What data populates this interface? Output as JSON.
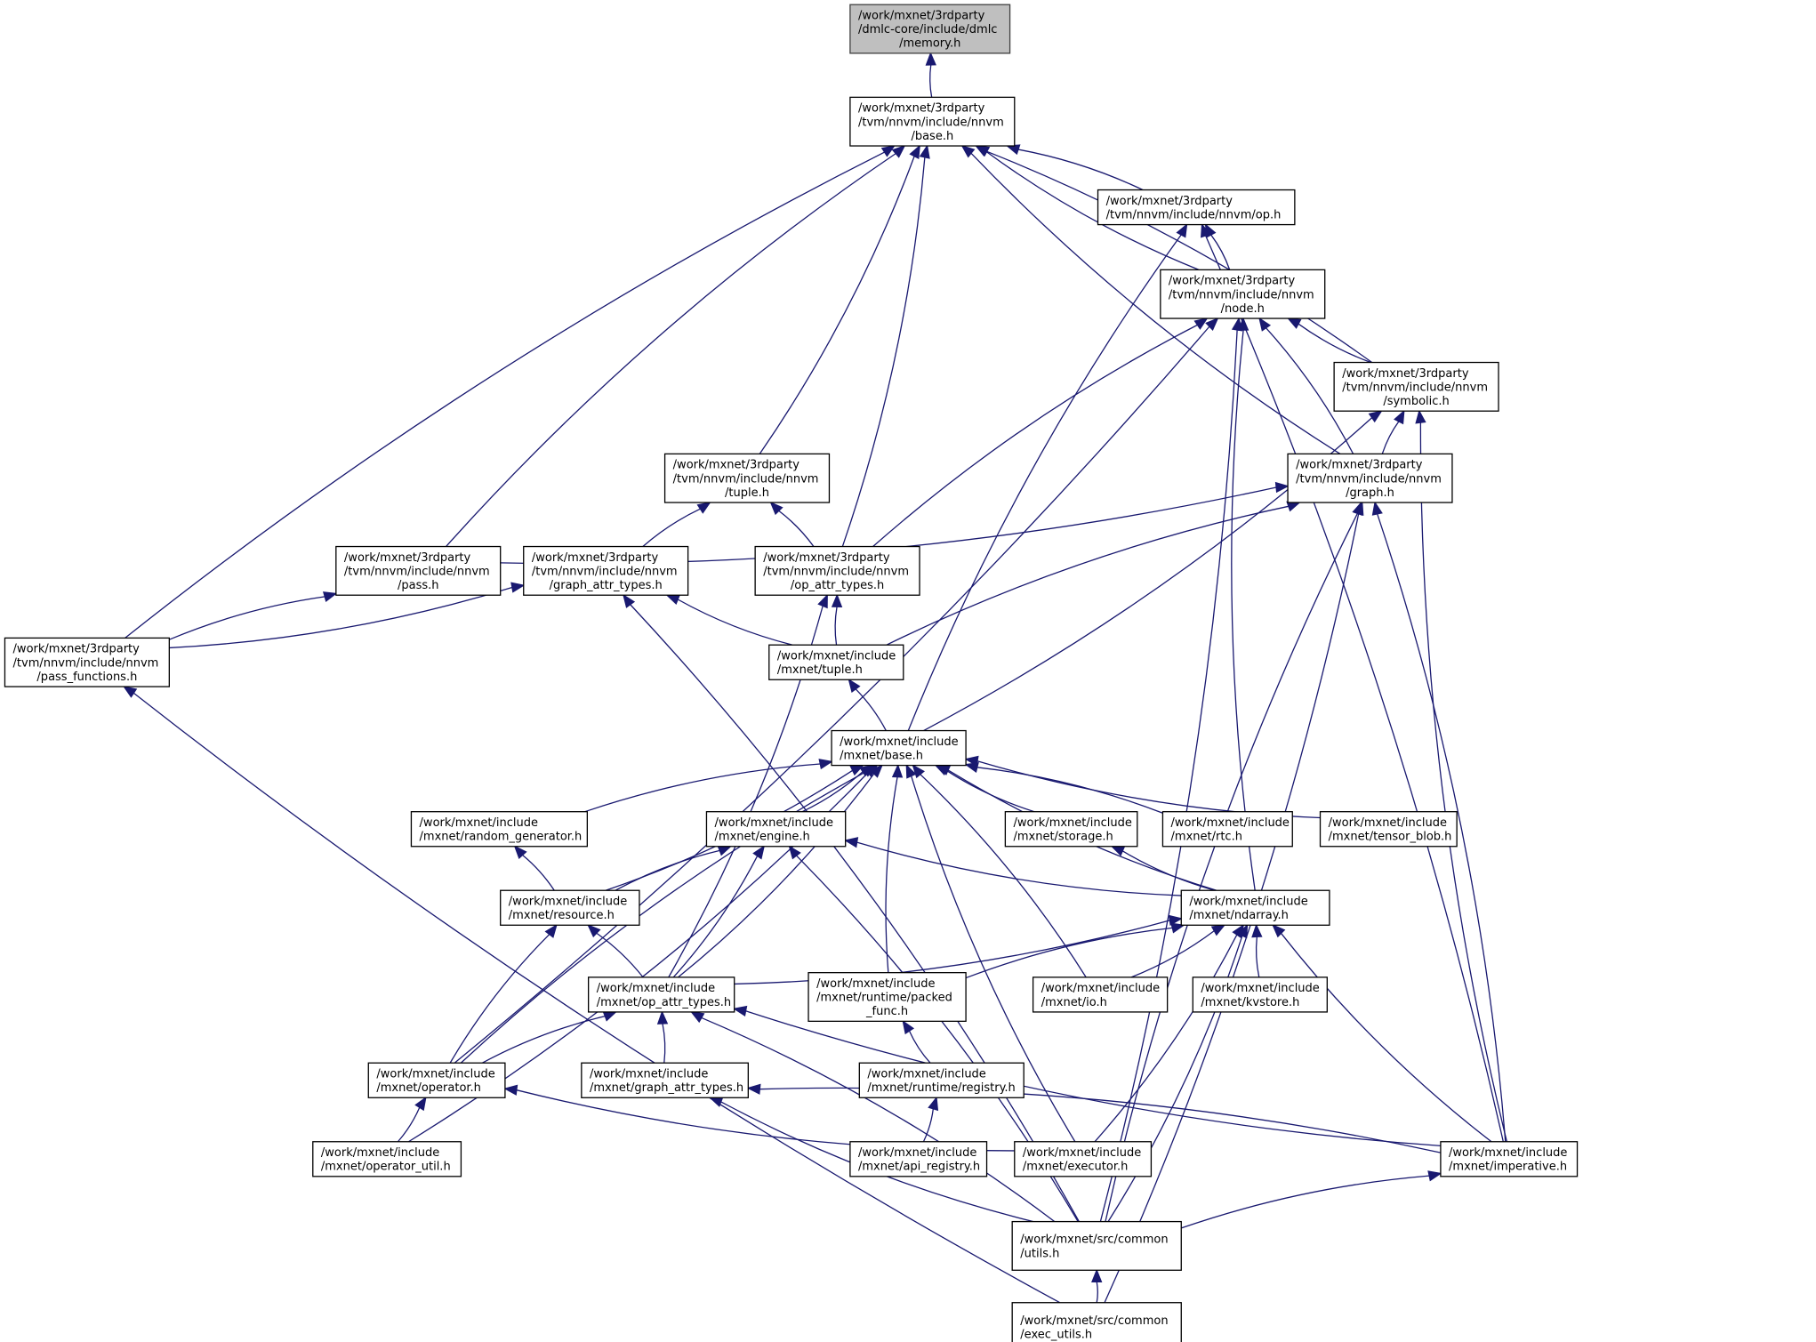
{
  "diagram": {
    "type": "include-dependency-graph",
    "colors": {
      "edge": "#191970",
      "root_fill": "#bfbfbf",
      "node_fill": "#ffffff",
      "node_border": "#000000"
    },
    "nodes": [
      {
        "id": "memory",
        "lines": [
          "/work/mxnet/3rdparty",
          "/dmlc-core/include/dmlc",
          "/memory.h"
        ],
        "root": true
      },
      {
        "id": "nnvm_base",
        "lines": [
          "/work/mxnet/3rdparty",
          "/tvm/nnvm/include/nnvm",
          "/base.h"
        ]
      },
      {
        "id": "nnvm_op",
        "lines": [
          "/work/mxnet/3rdparty",
          "/tvm/nnvm/include/nnvm/op.h"
        ]
      },
      {
        "id": "nnvm_node",
        "lines": [
          "/work/mxnet/3rdparty",
          "/tvm/nnvm/include/nnvm",
          "/node.h"
        ]
      },
      {
        "id": "nnvm_symbolic",
        "lines": [
          "/work/mxnet/3rdparty",
          "/tvm/nnvm/include/nnvm",
          "/symbolic.h"
        ]
      },
      {
        "id": "nnvm_graph",
        "lines": [
          "/work/mxnet/3rdparty",
          "/tvm/nnvm/include/nnvm",
          "/graph.h"
        ]
      },
      {
        "id": "nnvm_tuple",
        "lines": [
          "/work/mxnet/3rdparty",
          "/tvm/nnvm/include/nnvm",
          "/tuple.h"
        ]
      },
      {
        "id": "nnvm_pass",
        "lines": [
          "/work/mxnet/3rdparty",
          "/tvm/nnvm/include/nnvm",
          "/pass.h"
        ]
      },
      {
        "id": "nnvm_gat",
        "lines": [
          "/work/mxnet/3rdparty",
          "/tvm/nnvm/include/nnvm",
          "/graph_attr_types.h"
        ]
      },
      {
        "id": "nnvm_oat",
        "lines": [
          "/work/mxnet/3rdparty",
          "/tvm/nnvm/include/nnvm",
          "/op_attr_types.h"
        ]
      },
      {
        "id": "nnvm_passf",
        "lines": [
          "/work/mxnet/3rdparty",
          "/tvm/nnvm/include/nnvm",
          "/pass_functions.h"
        ]
      },
      {
        "id": "mx_tuple",
        "lines": [
          "/work/mxnet/include",
          "/mxnet/tuple.h"
        ]
      },
      {
        "id": "mx_base",
        "lines": [
          "/work/mxnet/include",
          "/mxnet/base.h"
        ]
      },
      {
        "id": "mx_random",
        "lines": [
          "/work/mxnet/include",
          "/mxnet/random_generator.h"
        ]
      },
      {
        "id": "mx_engine",
        "lines": [
          "/work/mxnet/include",
          "/mxnet/engine.h"
        ]
      },
      {
        "id": "mx_storage",
        "lines": [
          "/work/mxnet/include",
          "/mxnet/storage.h"
        ]
      },
      {
        "id": "mx_rtc",
        "lines": [
          "/work/mxnet/include",
          "/mxnet/rtc.h"
        ]
      },
      {
        "id": "mx_tensor",
        "lines": [
          "/work/mxnet/include",
          "/mxnet/tensor_blob.h"
        ]
      },
      {
        "id": "mx_resource",
        "lines": [
          "/work/mxnet/include",
          "/mxnet/resource.h"
        ]
      },
      {
        "id": "mx_ndarray",
        "lines": [
          "/work/mxnet/include",
          "/mxnet/ndarray.h"
        ]
      },
      {
        "id": "mx_oat",
        "lines": [
          "/work/mxnet/include",
          "/mxnet/op_attr_types.h"
        ]
      },
      {
        "id": "mx_packed",
        "lines": [
          "/work/mxnet/include",
          "/mxnet/runtime/packed",
          "_func.h"
        ]
      },
      {
        "id": "mx_io",
        "lines": [
          "/work/mxnet/include",
          "/mxnet/io.h"
        ]
      },
      {
        "id": "mx_kvstore",
        "lines": [
          "/work/mxnet/include",
          "/mxnet/kvstore.h"
        ]
      },
      {
        "id": "mx_operator",
        "lines": [
          "/work/mxnet/include",
          "/mxnet/operator.h"
        ]
      },
      {
        "id": "mx_gat",
        "lines": [
          "/work/mxnet/include",
          "/mxnet/graph_attr_types.h"
        ]
      },
      {
        "id": "mx_registry",
        "lines": [
          "/work/mxnet/include",
          "/mxnet/runtime/registry.h"
        ]
      },
      {
        "id": "mx_oputil",
        "lines": [
          "/work/mxnet/include",
          "/mxnet/operator_util.h"
        ]
      },
      {
        "id": "mx_apireg",
        "lines": [
          "/work/mxnet/include",
          "/mxnet/api_registry.h"
        ]
      },
      {
        "id": "mx_executor",
        "lines": [
          "/work/mxnet/include",
          "/mxnet/executor.h"
        ]
      },
      {
        "id": "mx_imperative",
        "lines": [
          "/work/mxnet/include",
          "/mxnet/imperative.h"
        ]
      },
      {
        "id": "src_utils",
        "lines": [
          "/work/mxnet/src/common",
          "/utils.h"
        ]
      },
      {
        "id": "src_exec_utils",
        "lines": [
          "/work/mxnet/src/common",
          "/exec_utils.h"
        ]
      }
    ],
    "edges": [
      [
        "nnvm_base",
        "memory"
      ],
      [
        "nnvm_op",
        "nnvm_base"
      ],
      [
        "nnvm_node",
        "nnvm_base"
      ],
      [
        "nnvm_symbolic",
        "nnvm_base"
      ],
      [
        "nnvm_graph",
        "nnvm_base"
      ],
      [
        "nnvm_tuple",
        "nnvm_base"
      ],
      [
        "nnvm_pass",
        "nnvm_base"
      ],
      [
        "nnvm_oat",
        "nnvm_base"
      ],
      [
        "nnvm_passf",
        "nnvm_base"
      ],
      [
        "nnvm_node",
        "nnvm_op"
      ],
      [
        "mx_base",
        "nnvm_op"
      ],
      [
        "mx_imperative",
        "nnvm_op"
      ],
      [
        "nnvm_symbolic",
        "nnvm_node"
      ],
      [
        "nnvm_graph",
        "nnvm_node"
      ],
      [
        "nnvm_oat",
        "nnvm_node"
      ],
      [
        "mx_operator",
        "nnvm_node"
      ],
      [
        "mx_ndarray",
        "nnvm_node"
      ],
      [
        "src_utils",
        "nnvm_node"
      ],
      [
        "nnvm_graph",
        "nnvm_symbolic"
      ],
      [
        "mx_base",
        "nnvm_symbolic"
      ],
      [
        "mx_imperative",
        "nnvm_symbolic"
      ],
      [
        "nnvm_pass",
        "nnvm_graph"
      ],
      [
        "mx_tuple",
        "nnvm_graph"
      ],
      [
        "mx_imperative",
        "nnvm_graph"
      ],
      [
        "src_utils",
        "nnvm_graph"
      ],
      [
        "src_exec_utils",
        "nnvm_graph"
      ],
      [
        "nnvm_gat",
        "nnvm_tuple"
      ],
      [
        "nnvm_oat",
        "nnvm_tuple"
      ],
      [
        "nnvm_passf",
        "nnvm_pass"
      ],
      [
        "nnvm_passf",
        "nnvm_gat"
      ],
      [
        "mx_tuple",
        "nnvm_gat"
      ],
      [
        "src_utils",
        "nnvm_gat"
      ],
      [
        "mx_tuple",
        "nnvm_oat"
      ],
      [
        "mx_oat",
        "nnvm_oat"
      ],
      [
        "src_exec_utils",
        "nnvm_passf"
      ],
      [
        "mx_base",
        "mx_tuple"
      ],
      [
        "mx_random",
        "mx_base"
      ],
      [
        "mx_engine",
        "mx_base"
      ],
      [
        "mx_storage",
        "mx_base"
      ],
      [
        "mx_rtc",
        "mx_base"
      ],
      [
        "mx_tensor",
        "mx_base"
      ],
      [
        "mx_resource",
        "mx_base"
      ],
      [
        "mx_ndarray",
        "mx_base"
      ],
      [
        "mx_oat",
        "mx_base"
      ],
      [
        "mx_packed",
        "mx_base"
      ],
      [
        "mx_io",
        "mx_base"
      ],
      [
        "mx_operator",
        "mx_base"
      ],
      [
        "mx_oputil",
        "mx_base"
      ],
      [
        "mx_executor",
        "mx_base"
      ],
      [
        "mx_resource",
        "mx_random"
      ],
      [
        "mx_resource",
        "mx_engine"
      ],
      [
        "mx_oat",
        "mx_engine"
      ],
      [
        "mx_ndarray",
        "mx_engine"
      ],
      [
        "src_utils",
        "mx_engine"
      ],
      [
        "mx_ndarray",
        "mx_storage"
      ],
      [
        "mx_oat",
        "mx_resource"
      ],
      [
        "mx_operator",
        "mx_resource"
      ],
      [
        "mx_oat",
        "mx_ndarray"
      ],
      [
        "mx_packed",
        "mx_ndarray"
      ],
      [
        "mx_io",
        "mx_ndarray"
      ],
      [
        "mx_kvstore",
        "mx_ndarray"
      ],
      [
        "mx_executor",
        "mx_ndarray"
      ],
      [
        "mx_imperative",
        "mx_ndarray"
      ],
      [
        "src_utils",
        "mx_ndarray"
      ],
      [
        "mx_operator",
        "mx_oat"
      ],
      [
        "mx_gat",
        "mx_oat"
      ],
      [
        "mx_imperative",
        "mx_oat"
      ],
      [
        "src_utils",
        "mx_oat"
      ],
      [
        "mx_registry",
        "mx_packed"
      ],
      [
        "mx_oputil",
        "mx_operator"
      ],
      [
        "mx_executor",
        "mx_operator"
      ],
      [
        "mx_imperative",
        "mx_gat"
      ],
      [
        "src_utils",
        "mx_gat"
      ],
      [
        "mx_apireg",
        "mx_registry"
      ],
      [
        "src_utils",
        "mx_imperative"
      ],
      [
        "src_exec_utils",
        "src_utils"
      ]
    ]
  }
}
